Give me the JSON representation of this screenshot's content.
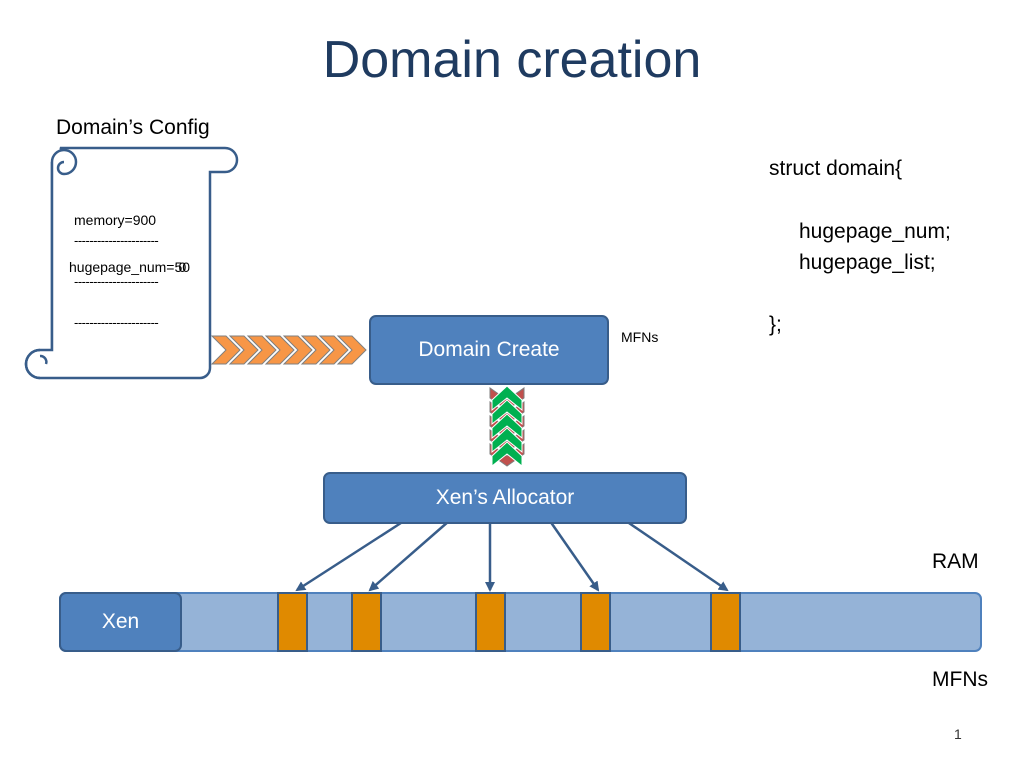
{
  "title": "Domain creation",
  "config": {
    "label": "Domain’s Config",
    "memory_line": "memory=900",
    "separator": "----------------------",
    "hugepage_prefix": "hugepage_num=",
    "hugepage_value_a": "50",
    "hugepage_value_b": "0"
  },
  "struct_code": {
    "line1": "struct domain{",
    "line2": "hugepage_num;",
    "line3": "hugepage_list;",
    "line4": "};"
  },
  "boxes": {
    "domain_create": "Domain Create",
    "allocator": "Xen’s Allocator",
    "xen": "Xen"
  },
  "labels": {
    "mfns_small": "MFNs",
    "ram": "RAM",
    "mfns": "MFNs",
    "page_number": "1"
  },
  "colors": {
    "title": "#1f3b60",
    "box_fill": "#4f81bd",
    "box_border": "#385d8a",
    "ram_fill": "#95b3d7",
    "page_fill": "#e08a00",
    "chevron_orange": "#f79646",
    "chevron_green": "#00b050"
  }
}
